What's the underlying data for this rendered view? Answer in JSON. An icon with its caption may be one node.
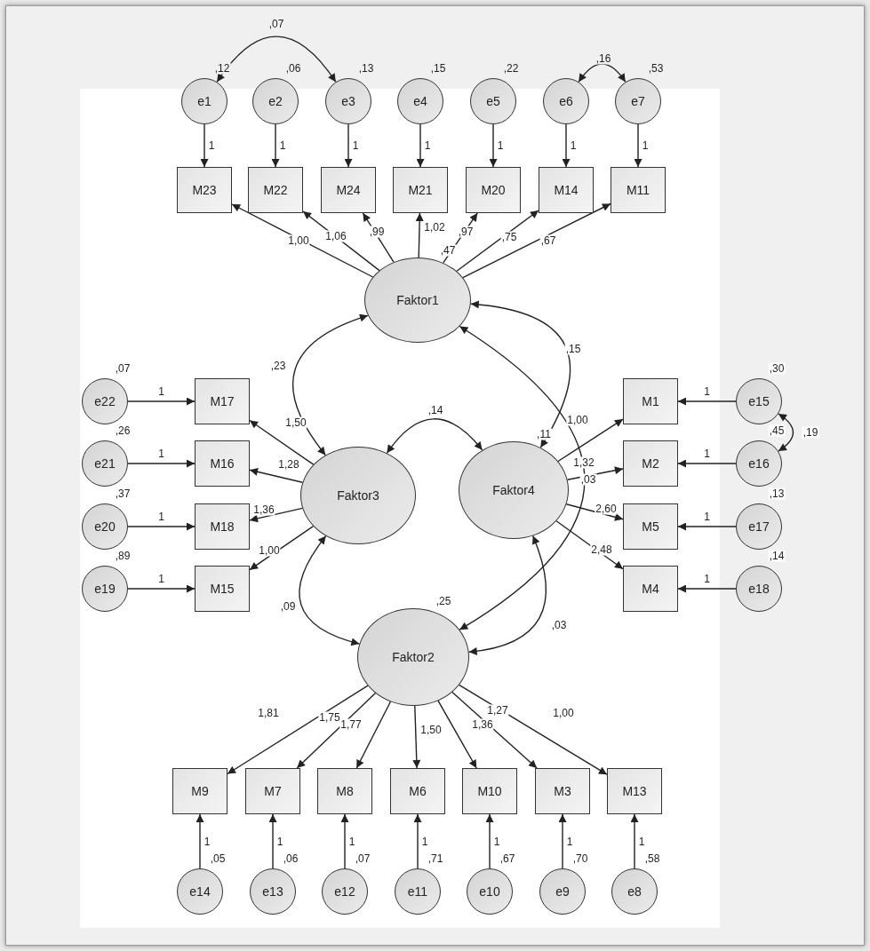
{
  "diagram": {
    "nodes": [
      {
        "text": [
          "e1"
        ],
        "beside": [
          ",12"
        ]
      },
      {
        "text": [
          "e2"
        ],
        "beside": [
          ",06"
        ]
      },
      {
        "text": [
          "e3"
        ],
        "beside": [
          ",13"
        ]
      },
      {
        "text": [
          "e4"
        ],
        "beside": [
          ",15"
        ]
      },
      {
        "text": [
          "e5"
        ],
        "beside": [
          ",22"
        ]
      },
      {
        "text": [
          "e6"
        ]
      },
      {
        "text": [
          "e7"
        ],
        "beside": [
          ",53"
        ]
      },
      {
        "text": [
          "M23"
        ]
      },
      {
        "text": [
          "M22"
        ]
      },
      {
        "text": [
          "M24"
        ]
      },
      {
        "text": [
          "M21"
        ]
      },
      {
        "text": [
          "M20"
        ]
      },
      {
        "text": [
          "M14"
        ]
      },
      {
        "text": [
          "M11"
        ]
      },
      {
        "text": [
          "Faktor1"
        ],
        "beside": [
          ",47"
        ]
      },
      {
        "text": [
          "e22"
        ],
        "beside": [
          ",07"
        ]
      },
      {
        "text": [
          "M17"
        ]
      },
      {
        "text": [
          "e21"
        ],
        "beside": [
          ",26"
        ]
      },
      {
        "text": [
          "M16"
        ]
      },
      {
        "text": [
          "e20"
        ],
        "beside": [
          ",37"
        ]
      },
      {
        "text": [
          "M18"
        ]
      },
      {
        "text": [
          "e19"
        ],
        "beside": [
          ",89"
        ]
      },
      {
        "text": [
          "M15"
        ]
      },
      {
        "text": [
          "Faktor3"
        ]
      },
      {
        "text": [
          "Faktor4"
        ],
        "beside": [
          ",11"
        ]
      },
      {
        "text": [
          "M1"
        ]
      },
      {
        "text": [
          "e15"
        ],
        "beside": [
          ",30"
        ]
      },
      {
        "text": [
          "M2"
        ]
      },
      {
        "text": [
          "e16"
        ],
        "beside": [
          ",45"
        ]
      },
      {
        "text": [
          "M5"
        ]
      },
      {
        "text": [
          "e17"
        ],
        "beside": [
          ",13"
        ]
      },
      {
        "text": [
          "M4"
        ]
      },
      {
        "text": [
          "e18"
        ],
        "beside": [
          ",14"
        ]
      },
      {
        "text": [
          "Faktor2"
        ],
        "beside": [
          ",25"
        ]
      },
      {
        "text": [
          "M9"
        ]
      },
      {
        "text": [
          "M7"
        ]
      },
      {
        "text": [
          "M8"
        ]
      },
      {
        "text": [
          "M6"
        ]
      },
      {
        "text": [
          "M10"
        ]
      },
      {
        "text": [
          "M3"
        ]
      },
      {
        "text": [
          "M13"
        ]
      },
      {
        "text": [
          "e14"
        ],
        "beside": [
          ",05"
        ]
      },
      {
        "text": [
          "e13"
        ],
        "beside": [
          ",06"
        ]
      },
      {
        "text": [
          "e12"
        ],
        "beside": [
          ",07"
        ]
      },
      {
        "text": [
          "e11"
        ],
        "beside": [
          ",71"
        ]
      },
      {
        "text": [
          "e10"
        ],
        "beside": [
          ",67"
        ]
      },
      {
        "text": [
          "e9"
        ],
        "beside": [
          ",70"
        ]
      },
      {
        "text": [
          "e8"
        ],
        "beside": [
          ",58"
        ]
      }
    ],
    "edges": [
      {
        "from": 0,
        "to": 7,
        "arrow": "to",
        "label": "1"
      },
      {
        "from": 1,
        "to": 8,
        "arrow": "to",
        "label": "1"
      },
      {
        "from": 2,
        "to": 9,
        "arrow": "to",
        "label": "1"
      },
      {
        "from": 3,
        "to": 10,
        "arrow": "to",
        "label": "1"
      },
      {
        "from": 4,
        "to": 11,
        "arrow": "to",
        "label": "1"
      },
      {
        "from": 5,
        "to": 12,
        "arrow": "to",
        "label": "1"
      },
      {
        "from": 6,
        "to": 13,
        "arrow": "to",
        "label": "1"
      },
      {
        "from": 0,
        "to": 2,
        "arrow": "both",
        "label": ",07"
      },
      {
        "from": 5,
        "to": 6,
        "arrow": "both",
        "label": ",16"
      },
      {
        "from": 14,
        "to": 7,
        "arrow": "to",
        "label": "1,00"
      },
      {
        "from": 14,
        "to": 8,
        "arrow": "to",
        "label": "1,06"
      },
      {
        "from": 14,
        "to": 9,
        "arrow": "to",
        "label": ",99"
      },
      {
        "from": 14,
        "to": 10,
        "arrow": "to",
        "label": "1,02"
      },
      {
        "from": 14,
        "to": 11,
        "arrow": "to",
        "label": ",97"
      },
      {
        "from": 14,
        "to": 12,
        "arrow": "to",
        "label": ",75"
      },
      {
        "from": 14,
        "to": 13,
        "arrow": "to",
        "label": ",67"
      },
      {
        "from": 15,
        "to": 16,
        "arrow": "to",
        "label": "1"
      },
      {
        "from": 17,
        "to": 18,
        "arrow": "to",
        "label": "1"
      },
      {
        "from": 19,
        "to": 20,
        "arrow": "to",
        "label": "1"
      },
      {
        "from": 21,
        "to": 22,
        "arrow": "to",
        "label": "1"
      },
      {
        "from": 23,
        "to": 16,
        "arrow": "to",
        "label": "1,50"
      },
      {
        "from": 23,
        "to": 18,
        "arrow": "to",
        "label": "1,28"
      },
      {
        "from": 23,
        "to": 20,
        "arrow": "to",
        "label": "1,36"
      },
      {
        "from": 23,
        "to": 22,
        "arrow": "to",
        "label": "1,00"
      },
      {
        "from": 14,
        "to": 23,
        "arrow": "both",
        "label": ",23"
      },
      {
        "from": 23,
        "to": 24,
        "arrow": "both",
        "label": ",14"
      },
      {
        "from": 14,
        "to": 24,
        "arrow": "both",
        "label": ",15"
      },
      {
        "from": 14,
        "to": 33,
        "arrow": "both",
        "label": ",03"
      },
      {
        "from": 24,
        "to": 25,
        "arrow": "to",
        "label": "1,00"
      },
      {
        "from": 24,
        "to": 27,
        "arrow": "to",
        "label": "1,32"
      },
      {
        "from": 24,
        "to": 29,
        "arrow": "to",
        "label": "2,60"
      },
      {
        "from": 24,
        "to": 31,
        "arrow": "to",
        "label": "2,48"
      },
      {
        "from": 26,
        "to": 25,
        "arrow": "to",
        "label": "1"
      },
      {
        "from": 28,
        "to": 27,
        "arrow": "to",
        "label": "1"
      },
      {
        "from": 30,
        "to": 29,
        "arrow": "to",
        "label": "1"
      },
      {
        "from": 32,
        "to": 31,
        "arrow": "to",
        "label": "1"
      },
      {
        "from": 26,
        "to": 28,
        "arrow": "both",
        "label": ",19"
      },
      {
        "from": 23,
        "to": 33,
        "arrow": "both",
        "label": ",09"
      },
      {
        "from": 24,
        "to": 33,
        "arrow": "both",
        "label": ",03"
      },
      {
        "from": 33,
        "to": 34,
        "arrow": "to",
        "label": "1,81"
      },
      {
        "from": 33,
        "to": 35,
        "arrow": "to",
        "label": "1,75"
      },
      {
        "from": 33,
        "to": 36,
        "arrow": "to",
        "label": "1,77"
      },
      {
        "from": 33,
        "to": 37,
        "arrow": "to",
        "label": "1,50"
      },
      {
        "from": 33,
        "to": 38,
        "arrow": "to",
        "label": "1,36"
      },
      {
        "from": 33,
        "to": 39,
        "arrow": "to",
        "label": "1,27"
      },
      {
        "from": 33,
        "to": 40,
        "arrow": "to",
        "label": "1,00"
      },
      {
        "from": 41,
        "to": 34,
        "arrow": "to",
        "label": "1"
      },
      {
        "from": 42,
        "to": 35,
        "arrow": "to",
        "label": "1"
      },
      {
        "from": 43,
        "to": 36,
        "arrow": "to",
        "label": "1"
      },
      {
        "from": 44,
        "to": 37,
        "arrow": "to",
        "label": "1"
      },
      {
        "from": 45,
        "to": 38,
        "arrow": "to",
        "label": "1"
      },
      {
        "from": 46,
        "to": 39,
        "arrow": "to",
        "label": "1"
      },
      {
        "from": 47,
        "to": 40,
        "arrow": "to",
        "label": "1"
      }
    ]
  }
}
